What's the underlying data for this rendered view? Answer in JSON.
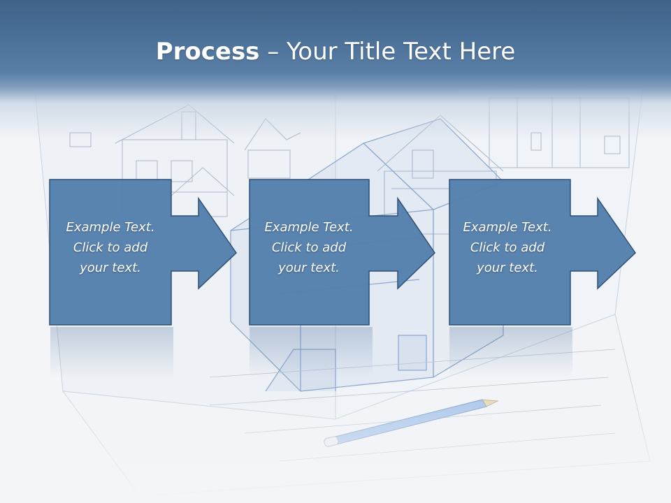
{
  "slide": {
    "title_bold": "Process",
    "title_rest": " – Your Title Text Here"
  },
  "steps": [
    {
      "text": "Example Text.\nClick  to add\nyour text."
    },
    {
      "text": "Example Text.\nClick  to add\nyour text."
    },
    {
      "text": "Example Text.\nClick  to add\nyour text."
    }
  ],
  "colors": {
    "header": "#4a6f96",
    "box_fill": "#5580ad",
    "box_stroke": "#2f4f73",
    "blueprint_line": "#9db0c8"
  }
}
